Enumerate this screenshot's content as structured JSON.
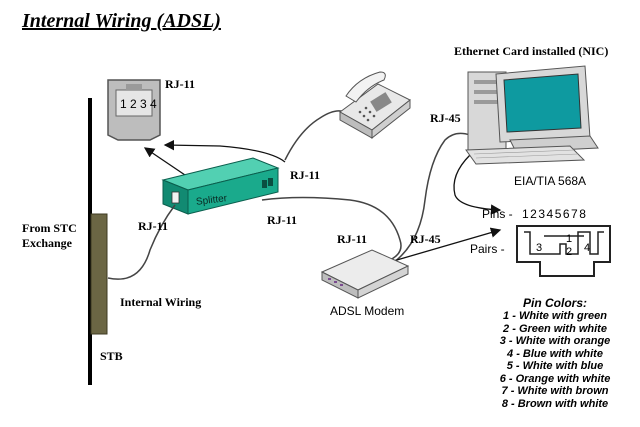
{
  "title": "Internal Wiring (ADSL)",
  "labels": {
    "ethernet_card": "Ethernet Card installed (NIC)",
    "from_stc_line1": "From STC",
    "from_stc_line2": "Exchange",
    "internal_wiring": "Internal Wiring",
    "stb": "STB",
    "adsl_modem": "ADSL Modem",
    "splitter": "Splitter",
    "standard": "EIA/TIA 568A",
    "pins": "Pins -",
    "pairs": "Pairs -",
    "pins_digits": "12345678",
    "jack_digits": "1 2 3 4",
    "pair_numbers": [
      "3",
      "2",
      "1",
      "4"
    ]
  },
  "connectors": {
    "rj11_jack": "RJ-11",
    "rj11_phone": "RJ-11",
    "rj11_splitter_left": "RJ-11",
    "rj11_splitter_right": "RJ-11",
    "rj11_modem": "RJ-11",
    "rj45_modem": "RJ-45",
    "rj45_pc": "RJ-45"
  },
  "pin_colors": {
    "title": "Pin Colors:",
    "rows": [
      "1 - White with green",
      "2 - Green with white",
      "3 - White with orange",
      "4 - Blue with white",
      "5 - White with blue",
      "6 - Orange with white",
      "7 - White with brown",
      "8 - Brown with white"
    ]
  },
  "colors": {
    "splitter": "#1aaa8c",
    "stb_block": "#6b6644",
    "monitor_screen": "#0e9aa0",
    "device_gray": "#cfcfcf"
  }
}
